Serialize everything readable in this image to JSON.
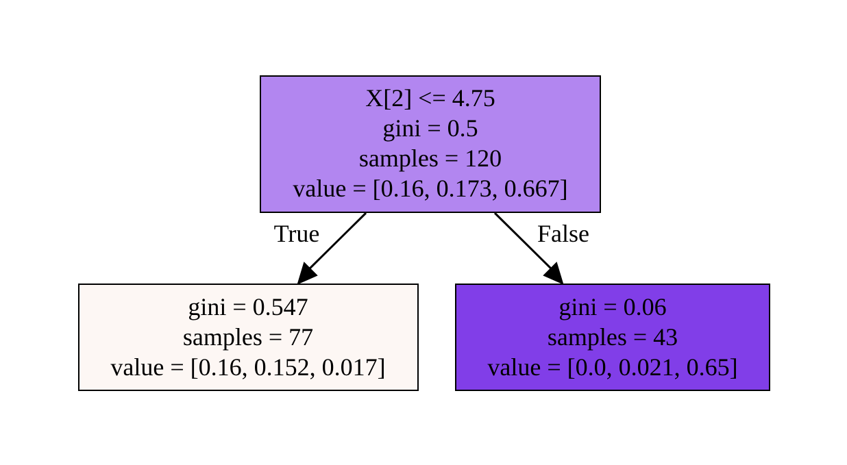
{
  "tree": {
    "root": {
      "lines": [
        "X[2] <= 4.75",
        "gini = 0.5",
        "samples = 120",
        "value = [0.16, 0.173, 0.667]"
      ],
      "fill": "#b286f0"
    },
    "left": {
      "lines": [
        "gini = 0.547",
        "samples = 77",
        "value = [0.16, 0.152, 0.017]"
      ],
      "fill": "#fdf7f4"
    },
    "right": {
      "lines": [
        "gini = 0.06",
        "samples = 43",
        "value = [0.0, 0.021, 0.65]"
      ],
      "fill": "#813ee8"
    },
    "edges": {
      "true_label": "True",
      "false_label": "False"
    }
  }
}
